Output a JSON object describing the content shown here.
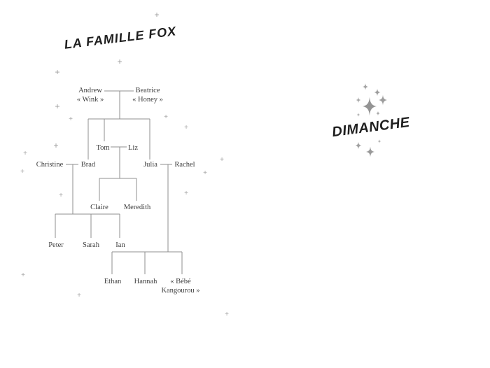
{
  "page": {
    "title": "LA FAMILLE FOX",
    "weekday": "DIMANCHE"
  },
  "icons": {
    "plus_sparkle": "+",
    "sparkle": "✦"
  },
  "colors": {
    "tree_line": "#8f8f8f",
    "name_text": "#3d3d3d",
    "heading_text": "#1f1f1f",
    "sparkle_gray": "#989898"
  },
  "tree": {
    "people": {
      "andrew": {
        "lines": [
          "Andrew",
          "« Wink »"
        ]
      },
      "beatrice": {
        "lines": [
          "Beatrice",
          "« Honey »"
        ]
      },
      "tom": {
        "lines": [
          "Tom"
        ]
      },
      "liz": {
        "lines": [
          "Liz"
        ]
      },
      "christine": {
        "lines": [
          "Christine"
        ]
      },
      "brad": {
        "lines": [
          "Brad"
        ]
      },
      "julia": {
        "lines": [
          "Julia"
        ]
      },
      "rachel": {
        "lines": [
          "Rachel"
        ]
      },
      "claire": {
        "lines": [
          "Claire"
        ]
      },
      "meredith": {
        "lines": [
          "Meredith"
        ]
      },
      "peter": {
        "lines": [
          "Peter"
        ]
      },
      "sarah": {
        "lines": [
          "Sarah"
        ]
      },
      "ian": {
        "lines": [
          "Ian"
        ]
      },
      "ethan": {
        "lines": [
          "Ethan"
        ]
      },
      "hannah": {
        "lines": [
          "Hannah"
        ]
      },
      "bebe": {
        "lines": [
          "« Bébé",
          "Kangourou »"
        ]
      }
    },
    "couples": [
      {
        "partners": [
          "Andrew « Wink »",
          "Beatrice « Honey »"
        ],
        "children": [
          "Brad",
          "Tom",
          "Julia"
        ]
      },
      {
        "partners": [
          "Tom",
          "Liz"
        ],
        "children": [
          "Claire",
          "Meredith"
        ]
      },
      {
        "partners": [
          "Christine",
          "Brad"
        ],
        "children": [
          "Peter",
          "Sarah",
          "Ian"
        ]
      },
      {
        "partners": [
          "Julia",
          "Rachel"
        ],
        "children": [
          "Ethan",
          "Hannah",
          "« Bébé Kangourou »"
        ]
      }
    ]
  }
}
